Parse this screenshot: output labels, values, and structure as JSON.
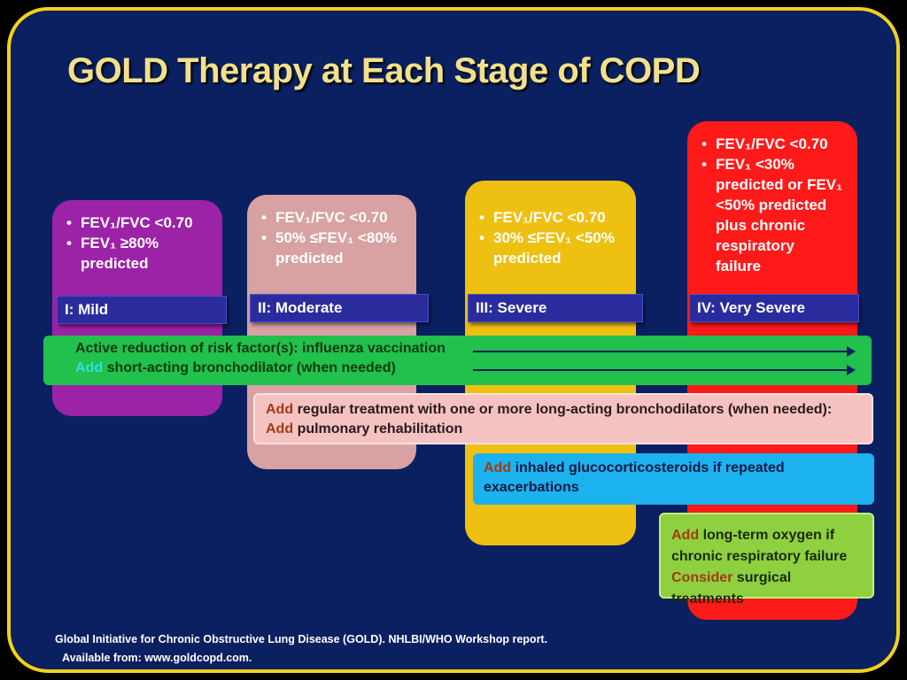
{
  "title": "GOLD Therapy at Each Stage of COPD",
  "stages": [
    {
      "label": "I: Mild",
      "criteria": [
        "FEV₁/FVC <0.70",
        "FEV₁ ≥80% predicted"
      ],
      "color": "#9c22a8"
    },
    {
      "label": "II: Moderate",
      "criteria": [
        "FEV₁/FVC <0.70",
        "50% ≤FEV₁ <80% predicted"
      ],
      "color": "#d8a2a2"
    },
    {
      "label": "III: Severe",
      "criteria": [
        "FEV₁/FVC <0.70",
        "30% ≤FEV₁ <50% predicted"
      ],
      "color": "#eec012"
    },
    {
      "label": "IV: Very Severe",
      "criteria": [
        "FEV₁/FVC <0.70",
        "FEV₁ <30% predicted or FEV₁ <50% predicted plus chronic respiratory failure"
      ],
      "color": "#ff1a1a"
    }
  ],
  "therapies": {
    "green": {
      "line1": "Active reduction of risk factor(s):  influenza vaccination",
      "add": "Add",
      "line2": "short-acting bronchodilator (when needed)",
      "color": "#22c04c"
    },
    "pink": {
      "add1": "Add",
      "line1": "regular treatment with one or more long-acting bronchodilators (when needed):",
      "add2": "Add",
      "line2": "pulmonary rehabilitation",
      "color": "#f5c2c2"
    },
    "cyan": {
      "add": "Add",
      "line1": "inhaled glucocorticosteroids if repeated exacerbations",
      "color": "#1cb2f0"
    },
    "lime": {
      "add": "Add",
      "line1": "long-term oxygen if chronic respiratory failure",
      "consider": "Consider",
      "line2": "surgical treatments",
      "color": "#8fd040"
    }
  },
  "footnote": {
    "line1": "Global Initiative for Chronic Obstructive Lung Disease (GOLD).  NHLBI/WHO Workshop report.",
    "line2": "Available from: www.goldcopd.com."
  }
}
